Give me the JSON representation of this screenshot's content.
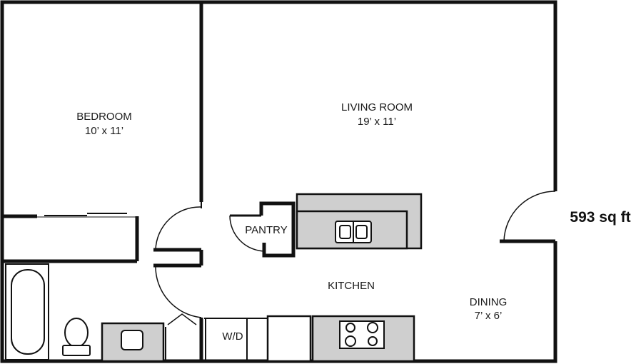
{
  "plan": {
    "colors": {
      "wall": "#111111",
      "counter": "#cfcfcf",
      "background": "#ffffff"
    },
    "rooms": {
      "bedroom": {
        "name": "BEDROOM",
        "size": "10’ x 11’"
      },
      "living_room": {
        "name": "LIVING ROOM",
        "size": "19’ x 11’"
      },
      "pantry": {
        "name": "PANTRY"
      },
      "kitchen": {
        "name": "KITCHEN"
      },
      "dining": {
        "name": "DINING",
        "size": "7’ x 6’"
      },
      "washer_dryer": {
        "name": "W/D"
      }
    },
    "area_label": "593 sq ft",
    "fixtures": [
      "bathtub-icon",
      "toilet-icon",
      "bathroom-sink-icon",
      "kitchen-sink-icon",
      "stove-icon",
      "refrigerator-icon"
    ]
  }
}
